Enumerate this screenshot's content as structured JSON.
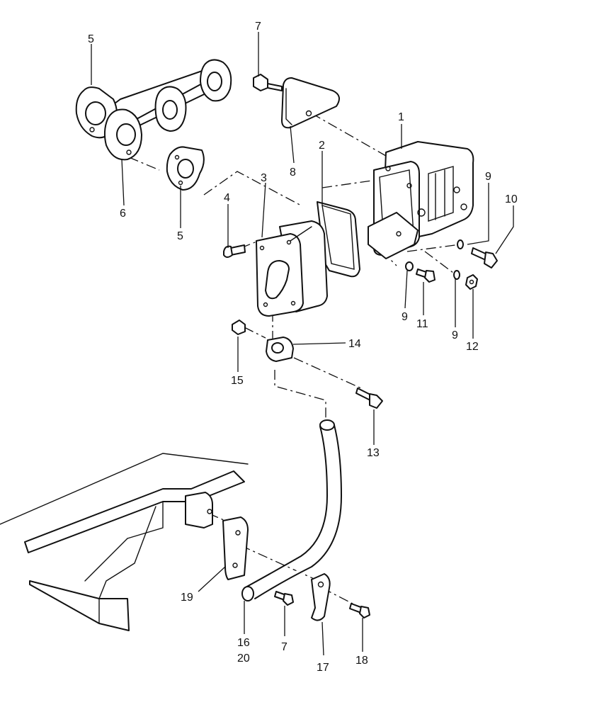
{
  "diagram": {
    "callouts": {
      "c1": "1",
      "c2": "2",
      "c3": "3",
      "c4": "4",
      "c5a": "5",
      "c5b": "5",
      "c6": "6",
      "c7a": "7",
      "c7b": "7",
      "c8": "8",
      "c9a": "9",
      "c9b": "9",
      "c9c": "9",
      "c10": "10",
      "c11": "11",
      "c12": "12",
      "c13": "13",
      "c14": "14",
      "c15": "15",
      "c16": "16",
      "c17": "17",
      "c18": "18",
      "c19": "19",
      "c20": "20"
    }
  }
}
